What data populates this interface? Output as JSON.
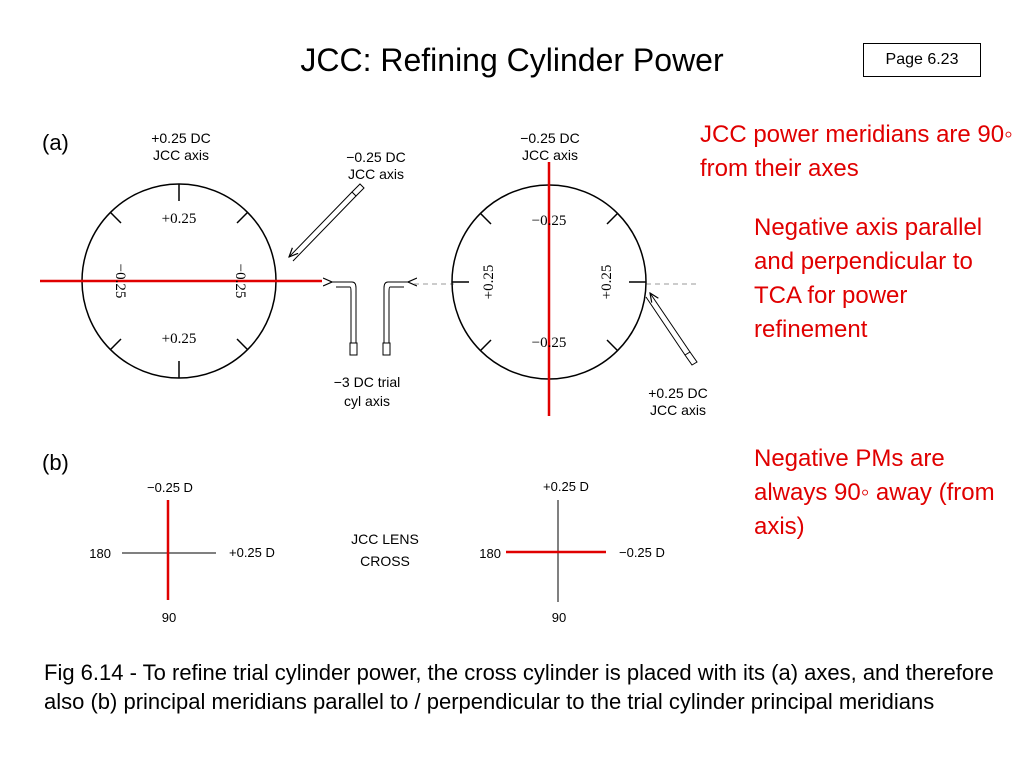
{
  "title": "JCC: Refining Cylinder Power",
  "page_label": "Page 6.23",
  "notes": [
    "JCC power meridians are 90◦ from their axes",
    "Negative axis parallel and perpendicular to TCA for power refinement",
    "Negative PMs are always 90◦ away (from axis)"
  ],
  "caption": "Fig 6.14  - To refine trial cylinder power, the cross cylinder is placed with its (a) axes, and therefore also (b) principal meridians parallel to / perpendicular to the trial cylinder principal meridians",
  "colors": {
    "accent": "#e00000",
    "line": "#000000",
    "dashed": "#9a9a9a"
  },
  "figure_a": {
    "label": "(a)",
    "left_circle": {
      "top_label_1": "+0.25 DC",
      "top_label_2": "JCC axis",
      "arrow_label_1": "−0.25 DC",
      "arrow_label_2": "JCC axis",
      "inner_top": "+0.25",
      "inner_bottom": "+0.25",
      "inner_left": "−0.25",
      "inner_right": "−0.25"
    },
    "trial_label_1": "−3 DC trial",
    "trial_label_2": "cyl axis",
    "right_circle": {
      "top_label_1": "−0.25 DC",
      "top_label_2": "JCC axis",
      "arrow_label_1": "+0.25 DC",
      "arrow_label_2": "JCC axis",
      "inner_top": "−0.25",
      "inner_bottom": "−0.25",
      "inner_left": "+0.25",
      "inner_right": "+0.25"
    }
  },
  "figure_b": {
    "label": "(b)",
    "center_label_1": "JCC LENS",
    "center_label_2": "CROSS",
    "left_cross": {
      "top": "−0.25 D",
      "right": "+0.25 D",
      "left": "180",
      "bottom": "90"
    },
    "right_cross": {
      "top": "+0.25 D",
      "right": "−0.25 D",
      "left": "180",
      "bottom": "90"
    }
  }
}
